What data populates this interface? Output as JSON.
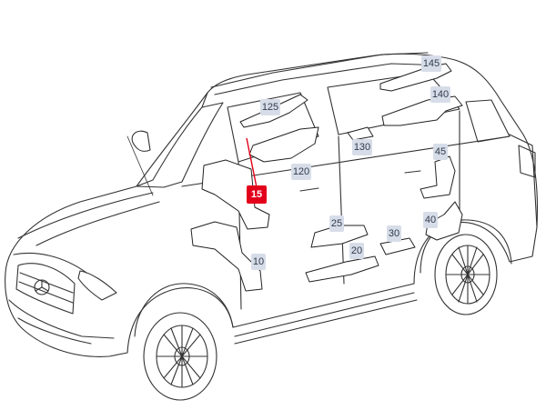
{
  "diagram": {
    "colors": {
      "line": "#333333",
      "callout_bg": "#d7dde8",
      "callout_text": "#2f3b4c",
      "selected": "#e2001a"
    },
    "callouts": [
      {
        "id": "c145",
        "label": "145"
      },
      {
        "id": "c140",
        "label": "140"
      },
      {
        "id": "c125",
        "label": "125"
      },
      {
        "id": "c130",
        "label": "130"
      },
      {
        "id": "c120",
        "label": "120"
      },
      {
        "id": "c45",
        "label": "45"
      },
      {
        "id": "c15",
        "label": "15",
        "selected": true
      },
      {
        "id": "c25",
        "label": "25"
      },
      {
        "id": "c40",
        "label": "40"
      },
      {
        "id": "c30",
        "label": "30"
      },
      {
        "id": "c20",
        "label": "20"
      },
      {
        "id": "c10",
        "label": "10"
      }
    ]
  }
}
